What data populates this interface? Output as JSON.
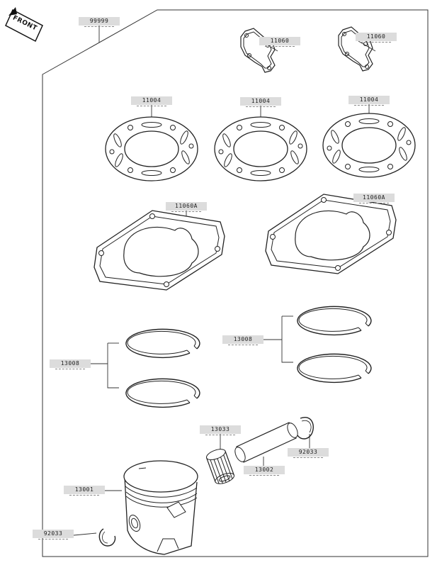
{
  "front_badge": {
    "text": "FRONT"
  },
  "labels": {
    "kit": "99999",
    "gasket_1": "11060",
    "gasket_2": "11060",
    "head_gasket_1": "11004",
    "head_gasket_2": "11004",
    "head_gasket_3": "11004",
    "base_gasket_1": "11060A",
    "base_gasket_2": "11060A",
    "rings_left": "13008",
    "rings_right": "13008",
    "needle_bearing": "13033",
    "piston_pin": "13002",
    "circlip_right": "92033",
    "piston": "13001",
    "circlip_left": "92033"
  }
}
